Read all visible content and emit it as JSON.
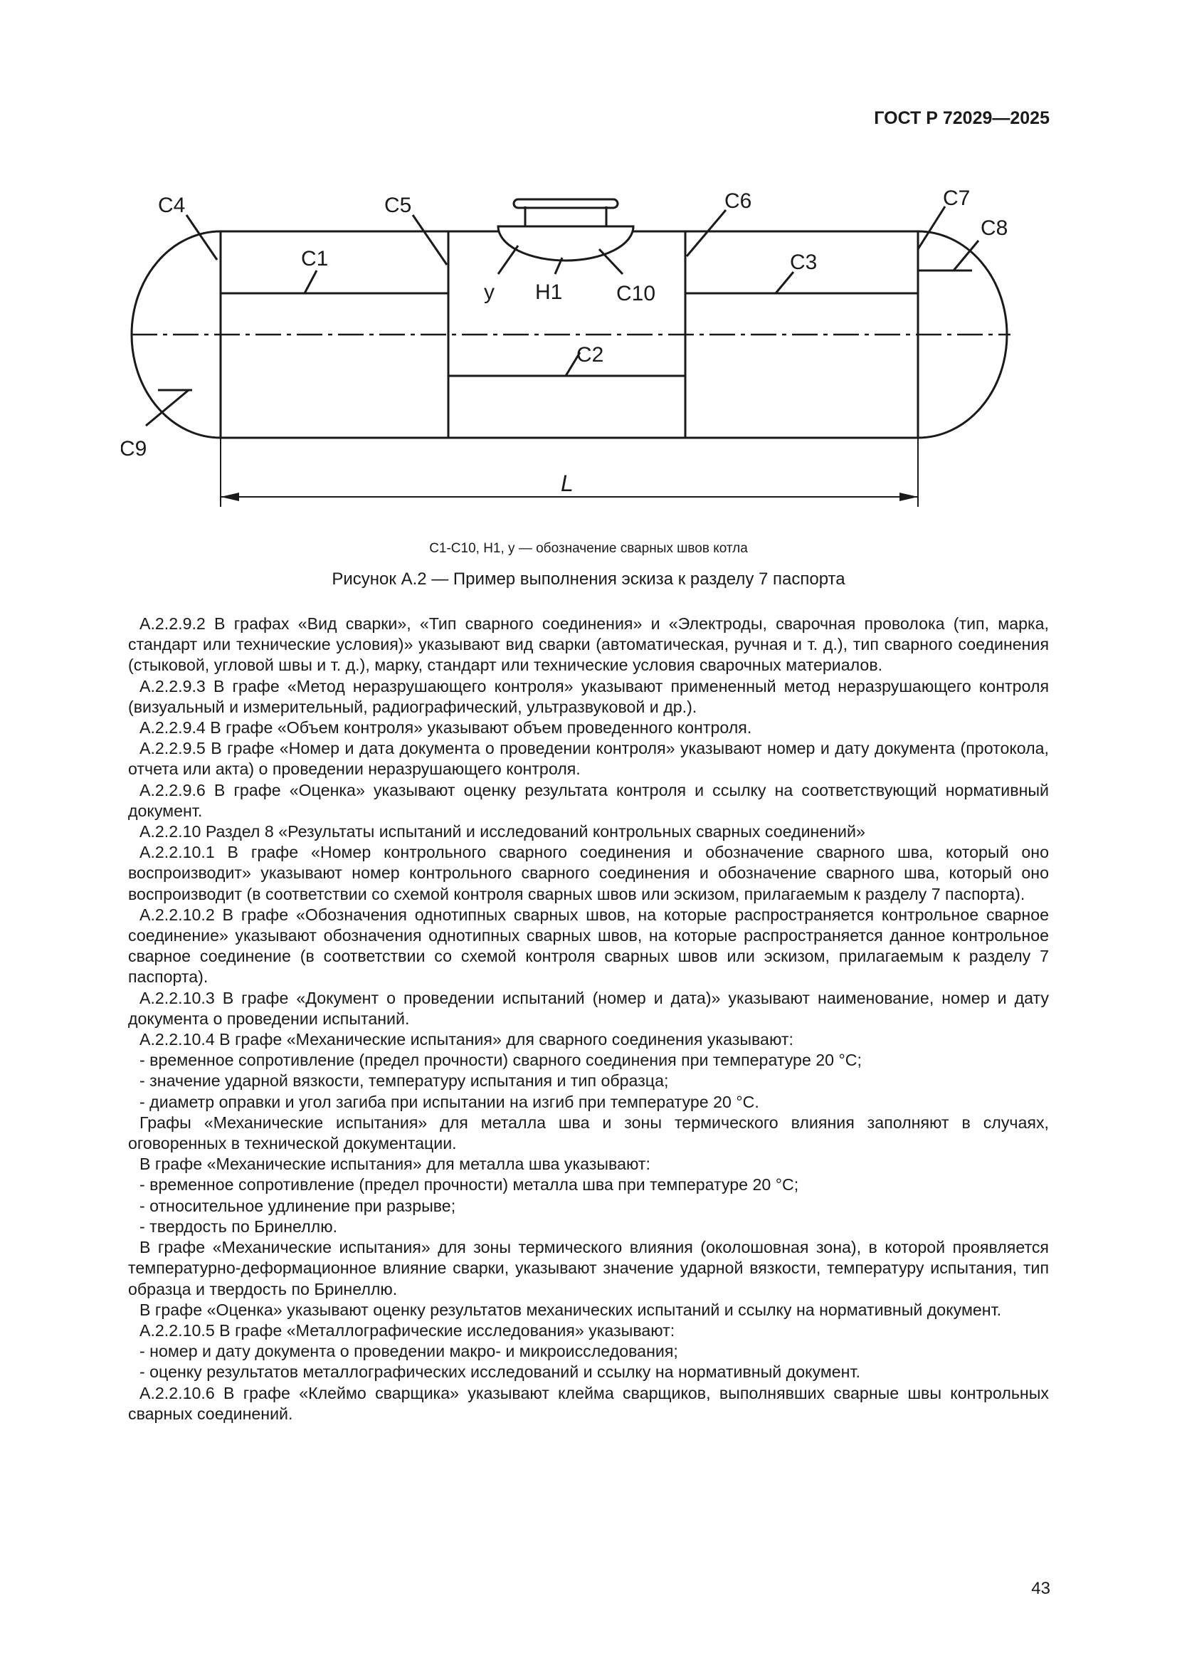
{
  "header": {
    "doc_code": "ГОСТ Р 72029—2025"
  },
  "figure": {
    "labels": {
      "c1": "С1",
      "c2": "С2",
      "c3": "С3",
      "c4": "С4",
      "c5": "С5",
      "c6": "С6",
      "c7": "С7",
      "c8": "С8",
      "c9": "С9",
      "c10": "С10",
      "h1": "Н1",
      "y": "у",
      "length": "L"
    },
    "legend": "С1-С10, Н1, у — обозначение сварных швов котла",
    "caption": "Рисунок А.2 — Пример выполнения эскиза к разделу 7 паспорта"
  },
  "paragraphs": [
    "А.2.2.9.2 В графах «Вид сварки», «Тип сварного соединения» и «Электроды, сварочная проволока (тип, марка, стандарт или технические условия)» указывают вид сварки (автоматическая, ручная и т. д.), тип сварного соединения (стыковой, угловой швы и т. д.), марку, стандарт или технические условия сварочных материалов.",
    "А.2.2.9.3 В графе «Метод неразрушающего контроля» указывают примененный метод неразрушающего контроля (визуальный и измерительный, радиографический, ультразвуковой и др.).",
    "А.2.2.9.4 В графе «Объем контроля» указывают объем проведенного контроля.",
    "А.2.2.9.5 В графе «Номер и дата документа о проведении контроля» указывают номер и дату документа (протокола, отчета или акта) о проведении неразрушающего контроля.",
    "А.2.2.9.6 В графе «Оценка» указывают оценку результата контроля и ссылку на соответствующий нормативный документ.",
    "А.2.2.10 Раздел 8 «Результаты испытаний и исследований контрольных сварных соединений»",
    "А.2.2.10.1 В графе «Номер контрольного сварного соединения и обозначение сварного шва, который оно воспроизводит» указывают номер контрольного сварного соединения и обозначение сварного шва, который оно воспроизводит (в соответствии со схемой контроля сварных швов или эскизом, прилагаемым к разделу 7 паспорта).",
    "А.2.2.10.2 В графе «Обозначения однотипных сварных швов, на которые распространяется контрольное сварное соединение» указывают обозначения однотипных сварных швов, на которые распространяется данное контрольное сварное соединение (в соответствии со схемой контроля сварных швов или эскизом, прилагаемым к разделу 7 паспорта).",
    "А.2.2.10.3 В графе «Документ о проведении испытаний (номер и дата)» указывают наименование, номер и дату документа о проведении испытаний.",
    "А.2.2.10.4 В графе «Механические испытания» для сварного соединения указывают:",
    "- временное сопротивление (предел прочности) сварного соединения при температуре 20 °С;",
    "- значение ударной вязкости, температуру испытания и тип образца;",
    "- диаметр оправки и угол загиба при испытании на изгиб при температуре 20 °С.",
    "Графы «Механические испытания» для металла шва и зоны термического влияния заполняют в случаях, оговоренных в технической документации.",
    "В графе «Механические испытания» для металла шва указывают:",
    "- временное сопротивление (предел прочности) металла шва при температуре 20 °С;",
    "- относительное удлинение при разрыве;",
    "- твердость по Бринеллю.",
    "В графе «Механические испытания» для зоны термического влияния (околошовная зона), в которой проявляется температурно-деформационное влияние сварки, указывают значение ударной вязкости, температуру испытания, тип образца и твердость по Бринеллю.",
    "В графе «Оценка» указывают оценку результатов механических испытаний и ссылку на нормативный документ.",
    "А.2.2.10.5 В графе «Металлографические исследования» указывают:",
    "- номер и дату документа о проведении макро- и микроисследования;",
    "- оценку результатов металлографических исследований и ссылку на нормативный документ.",
    "А.2.2.10.6 В графе «Клеймо сварщика» указывают клейма сварщиков, выполнявших сварные швы контрольных сварных соединений."
  ],
  "page_number": "43"
}
